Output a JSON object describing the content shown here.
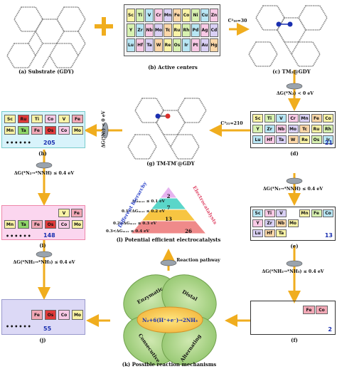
{
  "panels": {
    "a": {
      "caption": "(a) Substrate (GDY)"
    },
    "b": {
      "caption": "(b) Active centers",
      "rows": [
        [
          "Sc",
          "Ti",
          "V",
          "Cr",
          "Mn",
          "Fe",
          "Co",
          "Ni",
          "Cu",
          "Zn"
        ],
        [
          "Y",
          "Zr",
          "Nb",
          "Mo",
          "Tc",
          "Ru",
          "Rh",
          "Pd",
          "Ag",
          "Cd"
        ],
        [
          "Lu",
          "Hf",
          "Ta",
          "W",
          "Re",
          "Os",
          "Ir",
          "Pt",
          "Au",
          "Hg"
        ]
      ]
    },
    "c": {
      "caption": "(c) TM₂@GDY"
    },
    "d": {
      "caption": "(d)",
      "count": "21",
      "rows": [
        [
          "Sc",
          "Ti",
          "V",
          "Cr",
          "Mn",
          "Fe",
          "Co"
        ],
        [
          "Y",
          "Zr",
          "Nb",
          "Mo",
          "Tc",
          "Ru",
          "Rh"
        ],
        [
          "Lu",
          "Hf",
          "Ta",
          "W",
          "Re",
          "Os",
          "Ir"
        ]
      ]
    },
    "e": {
      "caption": "(e)",
      "count": "13",
      "rows": [
        [
          "Sc",
          "Ti",
          "V",
          "",
          "Mn",
          "Fe",
          "Co"
        ],
        [
          "Y",
          "Zr",
          "Nb",
          "Mo",
          "",
          "",
          ""
        ],
        [
          "Lu",
          "Hf",
          "Ta",
          "",
          "",
          "",
          ""
        ]
      ]
    },
    "f": {
      "caption": "(f)",
      "count": "2",
      "cells": [
        "Fe",
        "Co"
      ]
    },
    "g": {
      "caption": "(g) TM-TM′@GDY"
    },
    "h": {
      "caption": "(h)",
      "count": "205",
      "row1": [
        "Sc",
        "Ru",
        "Ti",
        "Co",
        "V",
        "Fe"
      ],
      "row2": [
        "Mn",
        "Ta",
        "Fe",
        "Os",
        "Co",
        "Mo"
      ],
      "dots": "••••••"
    },
    "i": {
      "caption": "(i)",
      "count": "148",
      "row1": [
        "V",
        "Fe"
      ],
      "row2": [
        "Mn",
        "Ta",
        "Fe",
        "Os",
        "Co",
        "Mo"
      ],
      "dots": "••••••"
    },
    "j": {
      "caption": "(j)",
      "count": "55",
      "row": [
        "Fe",
        "Os",
        "Co",
        "Mo"
      ],
      "dots": "••••••"
    },
    "k": {
      "caption": "(k) Possible reaction mechanisms",
      "petals": [
        "Enzymatic",
        "Distal",
        "Consecutive",
        "Alternating"
      ],
      "center": "N₂+6(H⁺+e⁻)→2NH₃"
    },
    "l": {
      "caption": "(l) Potential efficient electrocatalysts",
      "left_label": "Different hierarchy",
      "right_label": "Electrocatalysts",
      "tiers": [
        {
          "range": "ΔGₘₐₓ ≤ 0.1 eV",
          "count": "2"
        },
        {
          "range": "0.1<ΔGₘₐₓ ≤ 0.2 eV",
          "count": "7"
        },
        {
          "range": "0.2<ΔGₘₐₓ ≤ 0.3 eV",
          "count": "13"
        },
        {
          "range": "0.3<ΔGₘₐₓ ≤ 0.4 eV",
          "count": "26"
        }
      ]
    }
  },
  "arrows": {
    "b_to_c": "C²₁₀=30",
    "c_to_d": "ΔG(*N₂) < 0 eV",
    "d_to_g": "C²₂₁=210",
    "g_to_h": "ΔG(*N₂) < 0 eV",
    "d_to_e": "ΔG(*N₂→*NNH) ≤ 0.4 eV",
    "e_to_f": "ΔG(*NH₂→*NH₃) ≤ 0.4 eV",
    "h_to_i": "ΔG(*N₂→*NNH) ≤ 0.4 eV",
    "i_to_j": "ΔG(*NH₂→*NH₃) ≤ 0.4 eV",
    "k_to_l": "Reaction pathway"
  },
  "colors": {
    "arrow": "#f0ad1e",
    "count": "#1a2fb0",
    "pink_cell": "#f2a8b6",
    "red_cell": "#e03a3a"
  }
}
